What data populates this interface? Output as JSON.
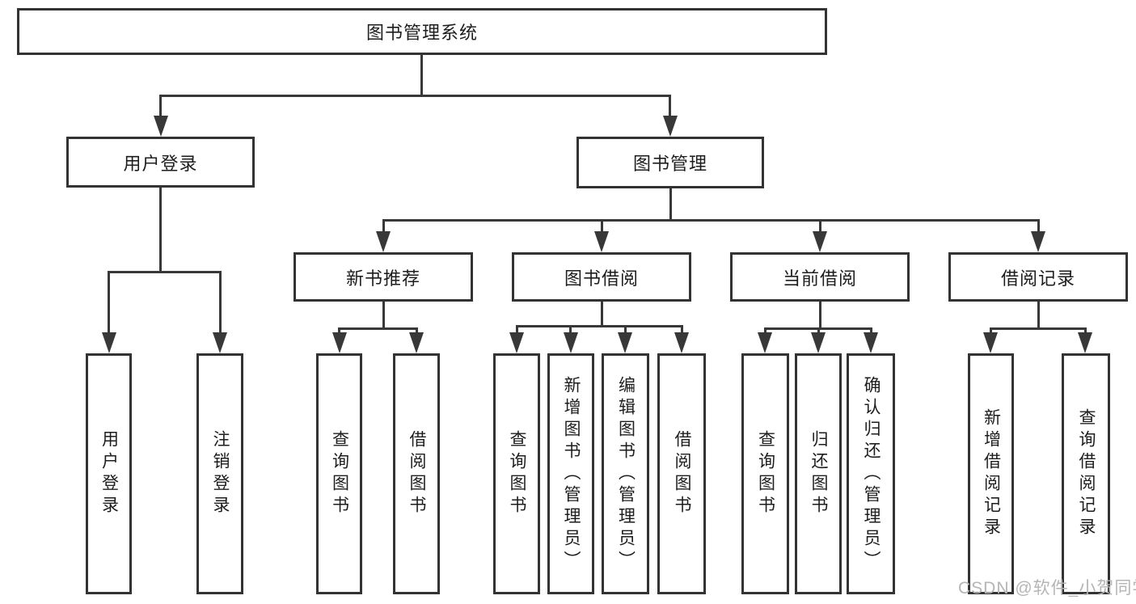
{
  "tree": {
    "root": "图书管理系统",
    "branches": [
      {
        "label": "用户登录",
        "children": [
          "用户登录",
          "注销登录"
        ]
      },
      {
        "label": "图书管理",
        "children": [
          {
            "label": "新书推荐",
            "children": [
              "查询图书",
              "借阅图书"
            ]
          },
          {
            "label": "图书借阅",
            "children": [
              "查询图书",
              "新增图书（管理员）",
              "编辑图书（管理员）",
              "借阅图书"
            ]
          },
          {
            "label": "当前借阅",
            "children": [
              "查询图书",
              "归还图书",
              "确认归还（管理员）"
            ]
          },
          {
            "label": "借阅记录",
            "children": [
              "新增借阅记录",
              "查询借阅记录"
            ]
          }
        ]
      }
    ]
  },
  "colors": {
    "line": "#383838",
    "border": "#333333",
    "text": "#1d1d1d",
    "watermark": "#b5b5b5",
    "background": "#ffffff"
  },
  "watermark": "CSDN @软件_小贺同学"
}
